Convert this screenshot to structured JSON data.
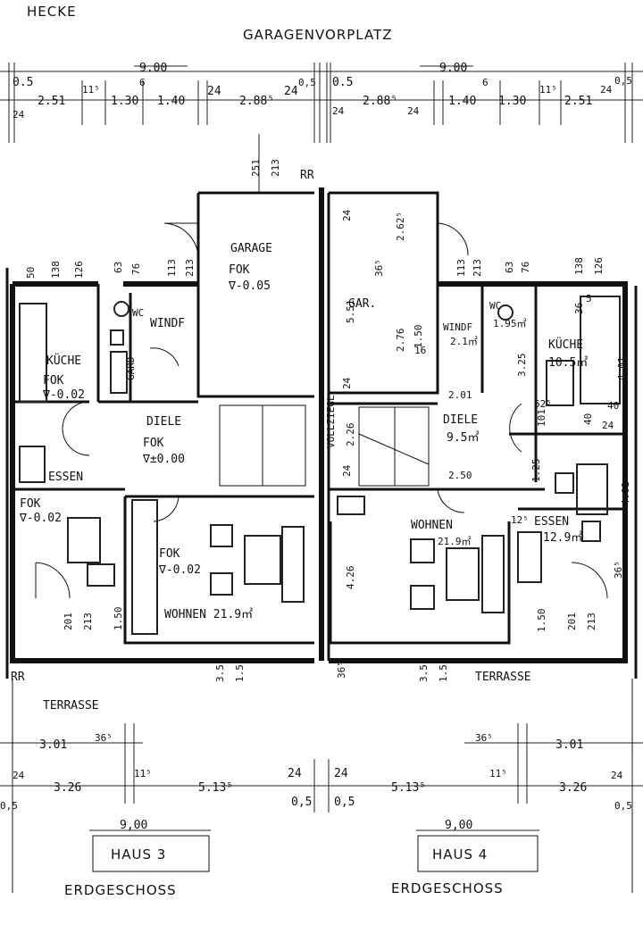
{
  "colors": {
    "ink": "#111111",
    "paper": "#ffffff"
  },
  "labels": {
    "hecke": "HECKE",
    "garagenvorplatz": "GARAGENVORPLATZ",
    "garage": "GARAGE",
    "garage_fok": "FOK",
    "garage_level": "∇-0.05",
    "gar": "GAR.",
    "h3_kuche": "KÜCHE",
    "h3_kuche_fok": "FOK",
    "h3_kuche_level": "∇-0.02",
    "h3_gard": "GARD",
    "h3_wc": "WC",
    "h3_windf": "WINDF",
    "h3_diele": "DIELE",
    "h3_diele_fok": "FOK",
    "h3_diele_level": "∇±0.00",
    "h3_essen": "ESSEN",
    "h3_essen_fok": "FOK",
    "h3_essen_level": "∇-0.02",
    "h3_wohnen_fok": "FOK",
    "h3_wohnen_level": "∇-0.02",
    "h3_wohnen": "WOHNEN 21.9㎡",
    "voilziegl": "VOLLZIEGL",
    "h4_wc": "WC",
    "h4_wc_area": "1.95㎡",
    "h4_windf": "WINDF",
    "h4_windf_area": "2.1㎡",
    "h4_kuche": "KÜCHE",
    "h4_kuche_area": "10.5㎡",
    "h4_diele": "DIELE",
    "h4_diele_area": "9.5㎡",
    "h4_wohnen": "WOHNEN",
    "h4_wohnen_area": "21.9㎡",
    "h4_essen": "ESSEN",
    "h4_essen_area": "12.9㎡",
    "rr_top": "RR",
    "rr_left": "RR",
    "terrasse_left": "TERRASSE",
    "terrasse_right": "TERRASSE",
    "haus3": "HAUS 3",
    "haus4": "HAUS 4",
    "erdgeschoss_left": "ERDGESCHOSS",
    "erdgeschoss_right": "ERDGESCHOSS"
  },
  "dims_top": {
    "d900_left": "9.00",
    "d900_right": "9.00",
    "d05_a": "0.5",
    "d24_a": "24",
    "d251_a": "2.51",
    "d115_a": "11⁵",
    "d130_a": "1.30",
    "d6_a": "6",
    "d140_a": "1.40",
    "d24_b": "24",
    "d288_a": "2.88⁵",
    "d24_c": "24",
    "d05_b": "0,5",
    "d05_c": "0.5",
    "d24_d": "24",
    "d288_b": "2.88⁵",
    "d24_e": "24",
    "d140_b": "1.40",
    "d6_b": "6",
    "d130_b": "1.30",
    "d115_b": "11⁵",
    "d251_b": "2.51",
    "d24_f": "24",
    "d05_d": "0,5"
  },
  "dims_inner": {
    "g251": "251",
    "g213": "213",
    "g24": "24",
    "g262": "2.62⁵",
    "g365": "36⁵",
    "g551": "5.51",
    "g276": "2.76",
    "g150": "1.50",
    "g16": "16",
    "g24b": "24",
    "h3_50": "50",
    "h3_138": "138",
    "h3_126": "126",
    "h3_63": "63",
    "h3_76": "76",
    "h3_113": "113",
    "h3_213": "213",
    "h4_113": "113",
    "h4_213": "213",
    "h4_63": "63",
    "h4_76": "76",
    "h4_138": "138",
    "h4_126": "126",
    "h4_5": "5",
    "h4_36": "36",
    "h4_125": "1.25",
    "h4_325": "3.25",
    "h4_401": "4.01",
    "h4_201": "2.01",
    "h4_625": "62⁵",
    "h4_101": "101",
    "h4_40a": "40",
    "h4_40b": "40",
    "h4_24": "24",
    "h4_226": "2.26",
    "h4_24c": "24",
    "h4_250": "2.50",
    "h4_125b": "1.25",
    "h4_125c": "12⁵",
    "h4_401b": "4.01",
    "h4_365": "36⁵",
    "h4_426": "4.26",
    "h4_150": "1.50",
    "h4_201b": "201",
    "h4_213b": "213",
    "h3_201": "201",
    "h3_213b": "213",
    "h3_150": "1.50",
    "mid_351": "3.51",
    "mid_151": "1.51",
    "mid_365": "36⁵",
    "mid_351b": "3.51",
    "mid_151b": "1.51"
  },
  "dims_bottom": {
    "b301_l": "3.01",
    "b365_l": "36⁵",
    "b24_l": "24",
    "b326_l": "3.26",
    "b115_l": "11⁵",
    "b513_l": "5.13⁵",
    "b24_m": "24",
    "b24_n": "24",
    "b05_l": "0,5",
    "b05_m": "0,5",
    "b05_n": "0,5",
    "b513_r": "5.13⁵",
    "b115_r": "11⁵",
    "b326_r": "3.26",
    "b24_r": "24",
    "b05_r": "0,5",
    "b365_r": "36⁵",
    "b301_r": "3.01",
    "b900_l": "9,00",
    "b900_r": "9,00"
  }
}
